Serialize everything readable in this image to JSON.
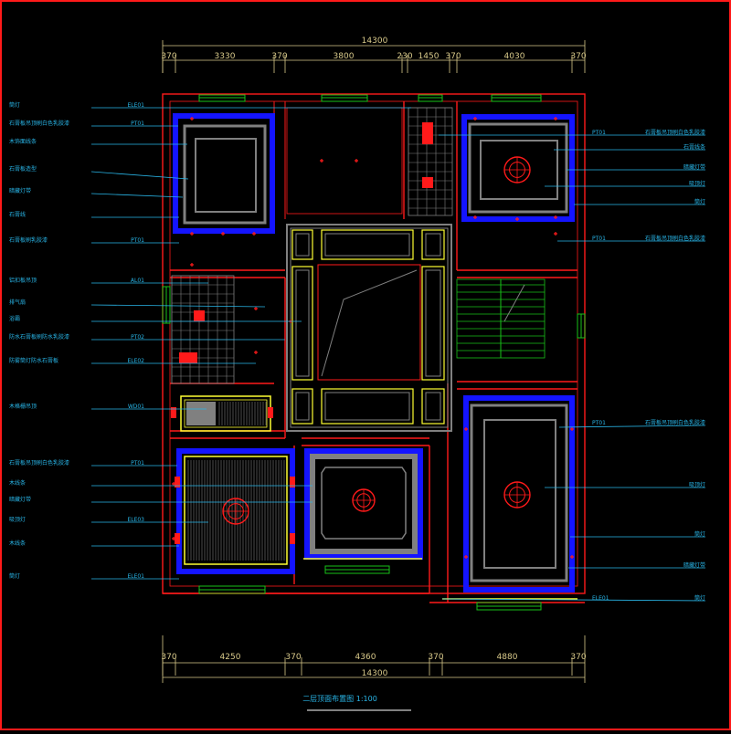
{
  "drawing": {
    "title": "二层顶面布置图 1:100",
    "colors": {
      "background": "#000000",
      "wall": "#ff1a1a",
      "frame": "#1414ff",
      "ceiling_edge": "#808080",
      "dimension": "#e0d08a",
      "leader": "#29b6e8",
      "window": "#19c219",
      "trim": "#ffff33"
    },
    "dims_top": {
      "total": "14300",
      "segments": [
        "370",
        "3330",
        "370",
        "3800",
        "230",
        "1450",
        "370",
        "4030",
        "370"
      ]
    },
    "dims_bottom": {
      "total": "14300",
      "segments": [
        "370",
        "4250",
        "370",
        "4360",
        "370",
        "4880",
        "370"
      ]
    },
    "labels": {
      "left": [
        {
          "text": "筒灯",
          "code": "ELE01"
        },
        {
          "text": "石膏板吊顶刷白色乳胶漆",
          "code": "PT01"
        },
        {
          "text": "木饰面线条",
          "code": ""
        },
        {
          "text": "石膏板造型",
          "code": ""
        },
        {
          "text": "暗藏灯带",
          "code": ""
        },
        {
          "text": "石膏线",
          "code": ""
        },
        {
          "text": "石膏板刷乳胶漆",
          "code": "PT01"
        },
        {
          "text": "铝扣板吊顶",
          "code": "AL01"
        },
        {
          "text": "排气扇",
          "code": ""
        },
        {
          "text": "浴霸",
          "code": ""
        },
        {
          "text": "防水石膏板刷防水乳胶漆",
          "code": "PT02"
        },
        {
          "text": "防雾筒灯防水石膏板",
          "code": "ELE02"
        },
        {
          "text": "木格栅吊顶",
          "code": "WD01"
        },
        {
          "text": "石膏板吊顶刷白色乳胶漆",
          "code": "PT01"
        },
        {
          "text": "木线条",
          "code": ""
        },
        {
          "text": "暗藏灯带",
          "code": ""
        },
        {
          "text": "吸顶灯",
          "code": "ELE03"
        },
        {
          "text": "木线条",
          "code": ""
        },
        {
          "text": "筒灯",
          "code": "ELE01"
        }
      ],
      "right": [
        {
          "text": "石膏板吊顶刷白色乳胶漆",
          "code": "PT01"
        },
        {
          "text": "石膏线条",
          "code": ""
        },
        {
          "text": "暗藏灯带",
          "code": ""
        },
        {
          "text": "吸顶灯",
          "code": ""
        },
        {
          "text": "筒灯",
          "code": ""
        },
        {
          "text": "石膏板吊顶刷白色乳胶漆",
          "code": "PT01"
        },
        {
          "text": "石膏板吊顶刷白色乳胶漆",
          "code": "PT01"
        },
        {
          "text": "吸顶灯",
          "code": ""
        },
        {
          "text": "筒灯",
          "code": ""
        },
        {
          "text": "暗藏灯带",
          "code": ""
        },
        {
          "text": "筒灯",
          "code": "ELE01"
        }
      ]
    }
  }
}
